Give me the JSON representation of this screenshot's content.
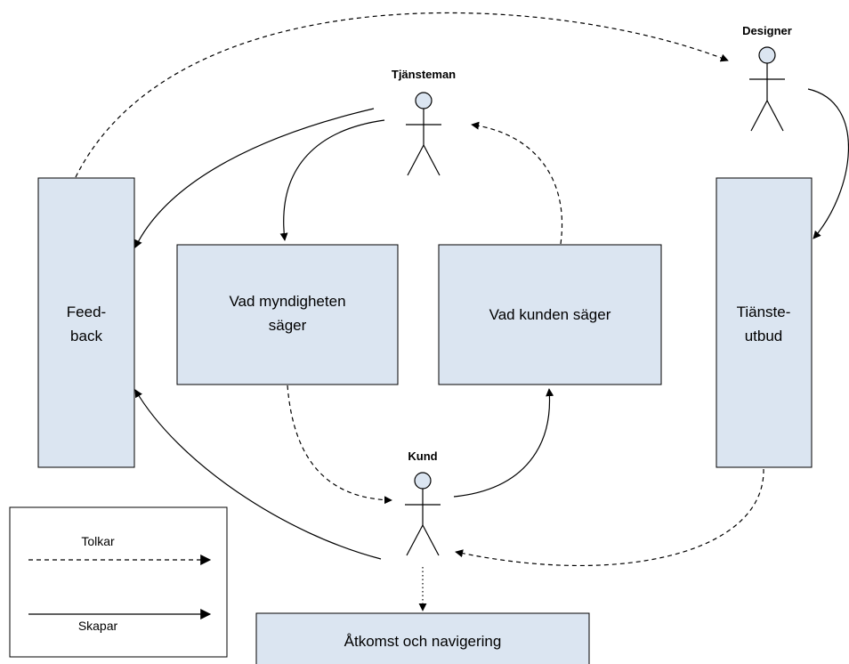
{
  "actors": {
    "designer": "Designer",
    "tjansteman": "Tjänsteman",
    "kund": "Kund"
  },
  "boxes": {
    "feedback": [
      "Feed-",
      "back"
    ],
    "myndighet": [
      "Vad myndigheten",
      "säger"
    ],
    "kunden": "Vad kunden säger",
    "tjansteutbud": [
      "Tiänste-",
      "utbud"
    ],
    "atkomst": "Åtkomst och navigering"
  },
  "legend": {
    "tolkar": "Tolkar",
    "skapar": "Skapar"
  },
  "colors": {
    "box_fill": "#dbe5f1",
    "stroke": "#000000"
  }
}
